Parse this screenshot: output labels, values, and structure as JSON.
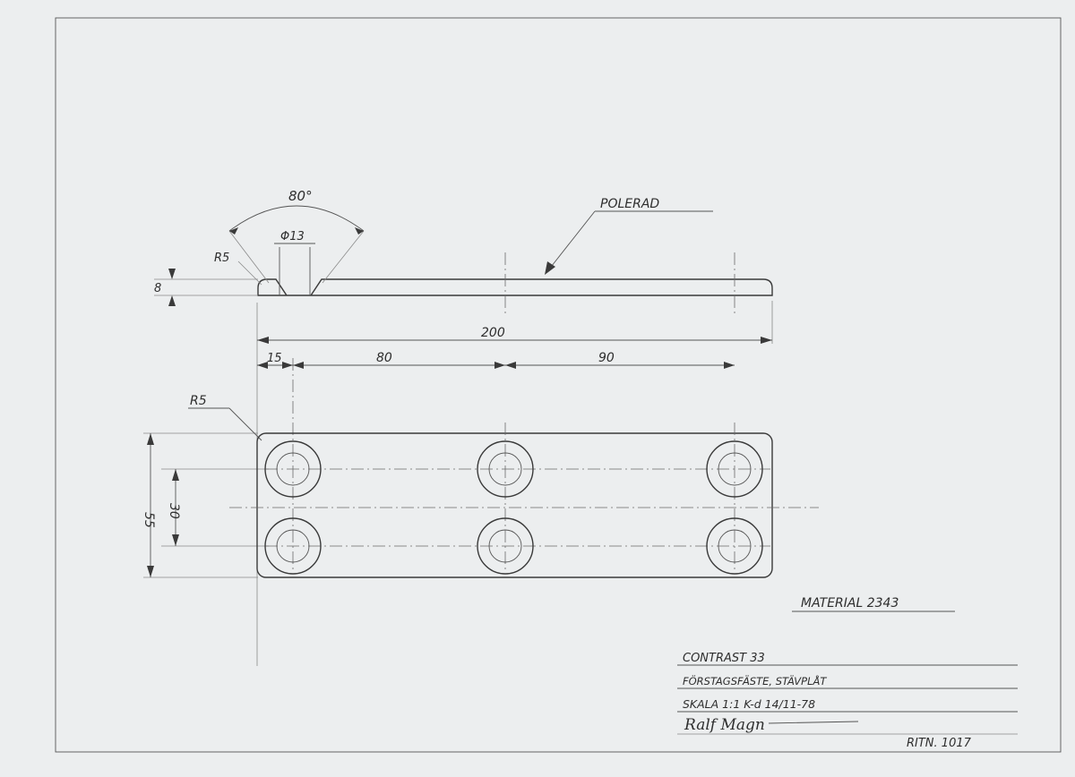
{
  "drawing": {
    "top_view": {
      "angle_label": "80°",
      "hole_dia_label": "Φ13",
      "corner_radius_label": "R5",
      "thickness_label": "8",
      "polish_label": "POLERAD"
    },
    "front_view": {
      "overall_length_label": "200",
      "dim_first_label": "15",
      "dim_second_label": "80",
      "dim_third_label": "90",
      "corner_radius_label": "R5",
      "height_label": "55",
      "hole_spacing_label": "30"
    }
  },
  "title_block": {
    "material": "MATERIAL 2343",
    "project": "CONTRAST 33",
    "part_name": "FÖRSTAGSFÄSTE, STÄVPLÅT",
    "scale_date": "SKALA 1:1   K-d 14/11-78",
    "signature": "Ralf Magn",
    "drawing_number": "RITN. 1017"
  }
}
